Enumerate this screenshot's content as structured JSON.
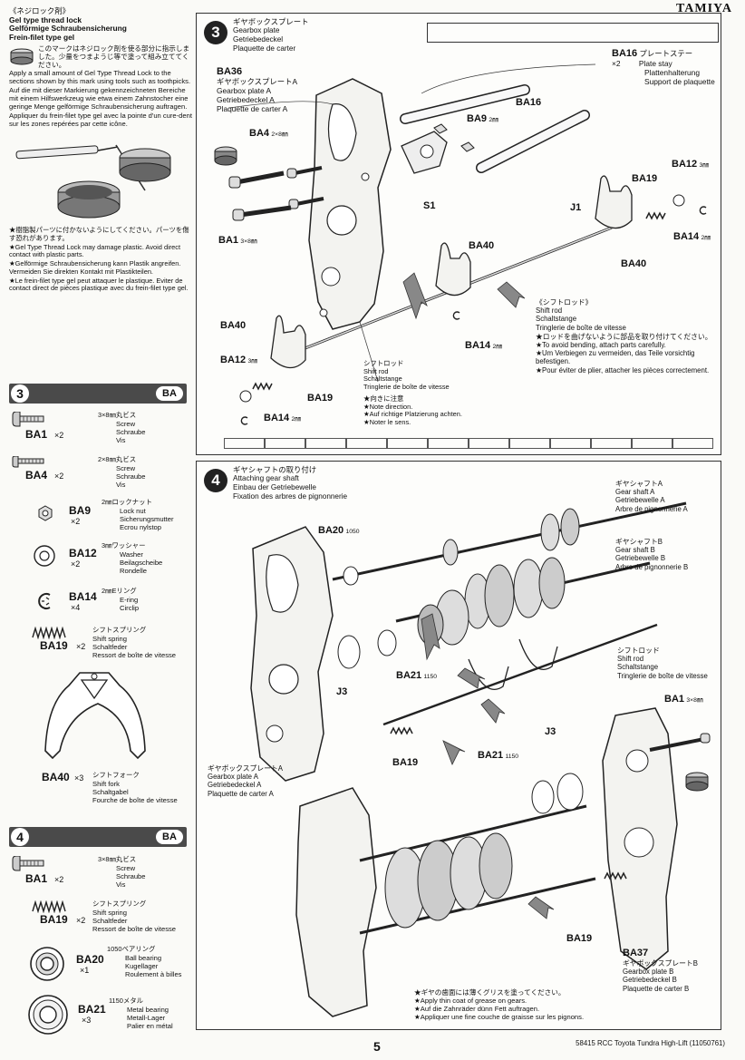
{
  "brand": "TAMIYA",
  "lock": {
    "title_jp": "《ネジロック剤》",
    "title_en": "Gel type thread lock",
    "title_de": "Gelförmige Schraubensicherung",
    "title_fr": "Frein-filet type gel",
    "text_jp": "このマークはネジロック剤を使る部分に指示しました。少量をつまようじ等で塗って組み立ててください。",
    "text_en": "Apply a small amount of Gel Type Thread Lock to the sections shown by this mark using tools such as toothpicks.",
    "text_de": "Auf die mit dieser Markierung gekennzeichneten Bereiche mit einem Hilfswerkzeug wie etwa einem Zahnstocher eine geringe Menge gelförmige Schraubensicherung auftragen.",
    "text_fr": "Appliquer du frein-filet type gel avec la pointe d'un cure-dent sur les zones repérées par cette icône.",
    "warn_jp": "★樹脂製パーツに付かないようにしてください。パーツを傷す恐れがあります。",
    "warn_en": "★Gel Type Thread Lock may damage plastic. Avoid direct contact with plastic parts.",
    "warn_de": "★Gelförmige Schraubensicherung kann Plastik angreifen. Vermeiden Sie direkten Kontakt mit Plastikteilen.",
    "warn_fr": "★Le frein-filet type gel peut attaquer le plastique. Eviter de contact direct de pièces plastique avec du frein-filet type gel."
  },
  "left_step3": {
    "num": "3",
    "tag": "BA",
    "parts": [
      {
        "code": "BA1",
        "qty": "×2",
        "jp": "3×8㎜丸ビス",
        "en": "Screw",
        "de": "Schraube",
        "fr": "Vis"
      },
      {
        "code": "BA4",
        "qty": "×2",
        "jp": "2×8㎜丸ビス",
        "en": "Screw",
        "de": "Schraube",
        "fr": "Vis"
      },
      {
        "code": "BA9",
        "qty": "×2",
        "jp": "2㎜ロックナット",
        "en": "Lock nut",
        "de": "Sicherungsmutter",
        "fr": "Ecrou nylstop"
      },
      {
        "code": "BA12",
        "qty": "×2",
        "jp": "3㎜ワッシャー",
        "en": "Washer",
        "de": "Beilagscheibe",
        "fr": "Rondelle"
      },
      {
        "code": "BA14",
        "qty": "×4",
        "jp": "2㎜Eリング",
        "en": "E-ring",
        "de": "Circlip",
        "fr": ""
      },
      {
        "code": "BA19",
        "qty": "×2",
        "jp": "シフトスプリング",
        "en": "Shift spring",
        "de": "Schaltfeder",
        "fr": "Ressort de boîte de vitesse"
      },
      {
        "code": "BA40",
        "qty": "×3",
        "jp": "シフトフォーク",
        "en": "Shift fork",
        "de": "Schaltgabel",
        "fr": "Fourche de boîte de vitesse"
      }
    ]
  },
  "left_step4": {
    "num": "4",
    "tag": "BA",
    "parts": [
      {
        "code": "BA1",
        "qty": "×2",
        "jp": "3×8㎜丸ビス",
        "en": "Screw",
        "de": "Schraube",
        "fr": "Vis"
      },
      {
        "code": "BA19",
        "qty": "×2",
        "jp": "シフトスプリング",
        "en": "Shift spring",
        "de": "Schaltfeder",
        "fr": "Ressort de boîte de vitesse"
      },
      {
        "code": "BA20",
        "qty": "×1",
        "jp": "1050ベアリング",
        "en": "Ball bearing",
        "de": "Kugellager",
        "fr": "Roulement à billes"
      },
      {
        "code": "BA21",
        "qty": "×3",
        "jp": "1150メタル",
        "en": "Metal bearing",
        "de": "Metall-Lager",
        "fr": "Palier en métal"
      }
    ]
  },
  "step3": {
    "num": "3",
    "title_jp": "ギヤボックスプレート",
    "title_en": "Gearbox plate",
    "title_de": "Getriebedeckel",
    "title_fr": "Plaquette de carter",
    "labels": {
      "ba16_code": "BA16",
      "ba16_qty": "×2",
      "ba16_jp": "プレートステー",
      "ba16_en": "Plate stay",
      "ba16_de": "Plattenhalterung",
      "ba16_fr": "Support de plaquette",
      "ba36_code": "BA36",
      "ba36_jp": "ギヤボックスプレートA",
      "ba36_en": "Gearbox plate A",
      "ba36_de": "Getriebedeckel A",
      "ba36_fr": "Plaquette de carter A",
      "ba16_b": "BA16",
      "ba9": "BA9",
      "ba9_size": "2㎜",
      "ba4": "BA4",
      "ba4_size": "2×8㎜",
      "s1": "S1",
      "ba12_r": "BA12",
      "ba12_r_size": "3㎜",
      "ba19_r": "BA19",
      "j1": "J1",
      "ba14_r": "BA14",
      "ba14_r_size": "2㎜",
      "ba40_r": "BA40",
      "ba1": "BA1",
      "ba1_size": "3×8㎜",
      "ba40_c": "BA40",
      "ba40_l": "BA40",
      "ba14_c": "BA14",
      "ba14_c_size": "2㎜",
      "ba12_l": "BA12",
      "ba12_l_size": "3㎜",
      "ba19_l": "BA19",
      "ba14_l": "BA14",
      "ba14_l_size": "2㎜",
      "shift_jp": "シフトロッド",
      "shift_en": "Shift rod",
      "shift_de": "Schaltstange",
      "shift_fr": "Tringlerie de boîte de vitesse",
      "dir_jp": "★向きに注意",
      "dir_en": "★Note direction.",
      "dir_de": "★Auf richtige Platzierung achten.",
      "dir_fr": "★Noter le sens.",
      "rod_title_jp": "《シフトロッド》",
      "rod_en": "Shift rod",
      "rod_de": "Schaltstange",
      "rod_fr": "Tringlerie de boîte de vitesse",
      "rod_note_jp": "★ロッドを曲げないように部品を取り付けてください。",
      "rod_note_en": "★To avoid bending, attach parts carefully.",
      "rod_note_de": "★Um Verbiegen zu vermeiden, das Teile vorsichtig befestigen.",
      "rod_note_fr": "★Pour éviter de plier, attacher les pièces correctement."
    }
  },
  "step4": {
    "num": "4",
    "title_jp": "ギヤシャフトの取り付け",
    "title_en": "Attaching gear shaft",
    "title_de": "Einbau der Getriebewelle",
    "title_fr": "Fixation des arbres de pignonnerie",
    "labels": {
      "gsa_jp": "ギヤシャフトA",
      "gsa_en": "Gear shaft A",
      "gsa_de": "Getriebewelle A",
      "gsa_fr": "Arbre de pignonnerie A",
      "gsb_jp": "ギヤシャフトB",
      "gsb_en": "Gear shaft B",
      "gsb_de": "Getriebewelle B",
      "gsb_fr": "Arbre de pignonnerie B",
      "ba20": "BA20",
      "ba20_size": "1050",
      "shift_jp": "シフトロッド",
      "shift_en": "Shift rod",
      "shift_de": "Schaltstange",
      "shift_fr": "Tringlerie de boîte de vitesse",
      "ba21_a": "BA21",
      "ba21_a_size": "1150",
      "j3_a": "J3",
      "ba1": "BA1",
      "ba1_size": "3×8㎜",
      "j3_b": "J3",
      "ba21_b": "BA21",
      "ba21_b_size": "1150",
      "gpa_jp": "ギヤボックスプレートA",
      "gpa_en": "Gearbox plate A",
      "gpa_de": "Getriebedeckel A",
      "gpa_fr": "Plaquette de carter A",
      "ba19_a": "BA19",
      "ba19_b": "BA19",
      "ba37": "BA37",
      "gpb_jp": "ギヤボックスプレートB",
      "gpb_en": "Gearbox plate B",
      "gpb_de": "Getriebedeckel B",
      "gpb_fr": "Plaquette de carter B",
      "grease_jp": "★ギヤの歯面には薄くグリスを塗ってください。",
      "grease_en": "★Apply thin coat of grease on gears.",
      "grease_de": "★Auf die Zahnräder dünn Fett auftragen.",
      "grease_fr": "★Appliquer une fine couche de graisse sur les pignons."
    }
  },
  "page_number": "5",
  "footer": "58415 RCC Toyota Tundra High-Lift (11050761)"
}
